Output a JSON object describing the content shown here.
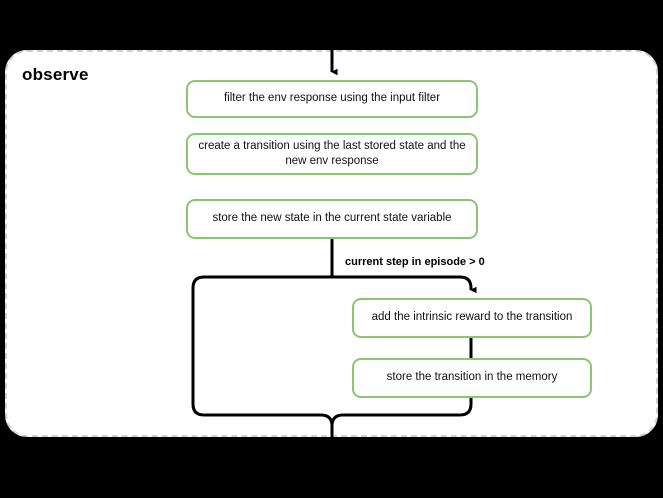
{
  "diagram": {
    "type": "flowchart",
    "background_color": "#000000",
    "scope": {
      "title": "observe",
      "border_style": "dashed",
      "border_color": "#d0d0d0",
      "fill_color": "#ffffff"
    },
    "node_accent_color": "#8CC571",
    "connector_color": "#000000",
    "nodes": [
      {
        "id": "filter",
        "label": "filter the env response using the input filter"
      },
      {
        "id": "create",
        "label": "create a transition using the last stored state and the new env response"
      },
      {
        "id": "store_state",
        "label": "store the new state in the current state variable"
      },
      {
        "id": "add_reward",
        "label": "add the intrinsic reward to the transition"
      },
      {
        "id": "store_trans",
        "label": "store the transition in the memory"
      }
    ],
    "branch": {
      "condition_label": "current step in episode > 0"
    }
  }
}
